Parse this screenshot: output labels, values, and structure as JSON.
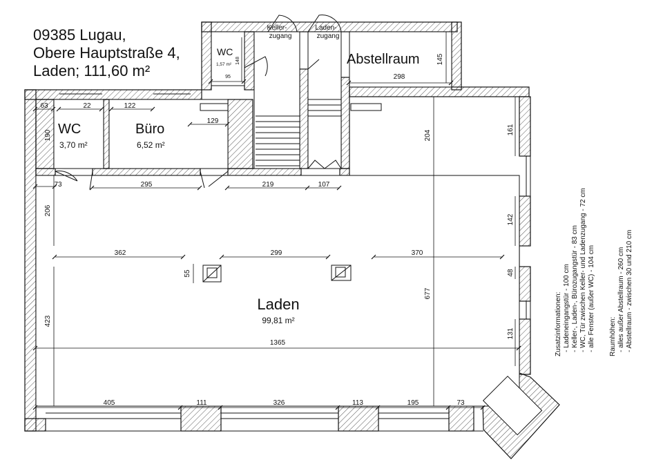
{
  "title": [
    "09385 Lugau,",
    "Obere Hauptstraße 4,",
    "Laden; 111,60 m²"
  ],
  "rooms": {
    "wc_small": {
      "name": "WC",
      "area": "1,57 m²"
    },
    "wc": {
      "name": "WC",
      "area": "3,70 m²"
    },
    "buero": {
      "name": "Büro",
      "area": "6,52 m²"
    },
    "abstellraum": {
      "name": "Abstellraum"
    },
    "laden": {
      "name": "Laden",
      "area": "99,81 m²"
    },
    "kellerzugang": [
      "Keller-",
      "zugang"
    ],
    "ladenzugang": [
      "Laden-",
      "zugang"
    ]
  },
  "dimensions": {
    "d148": "148",
    "d95": "95",
    "d145": "145",
    "d298": "298",
    "d63": "63",
    "d22": "22",
    "d122": "122",
    "d129": "129",
    "d190": "190",
    "d204": "204",
    "d161": "161",
    "d73a": "73",
    "d295": "295",
    "d219": "219",
    "d107": "107",
    "d206": "206",
    "d142": "142",
    "d362": "362",
    "d299": "299",
    "d370": "370",
    "d55": "55",
    "d48": "48",
    "d677": "677",
    "d423": "423",
    "d131": "131",
    "d1365": "1365",
    "d405": "405",
    "d111": "111",
    "d326": "326",
    "d113": "113",
    "d195": "195",
    "d73b": "73"
  },
  "notes": {
    "zusatz_title": "Zusatzinformationen:",
    "zusatz": [
      "-  Ladeneingangstür - 100 cm",
      "-  Keller-, Laden-, Bürozugangstür - 83 cm",
      "-  WC, Tür zwischen Keller- und Ladenzugang - 72 cm",
      "-  alle Fenster (außer WC) - 104 cm"
    ],
    "hoehen_title": "Raumhöhen:",
    "hoehen": [
      "-  alles außer Abstellraum - 260 cm",
      "-  Abstellraum - zwischen 30 und 210 cm"
    ]
  }
}
